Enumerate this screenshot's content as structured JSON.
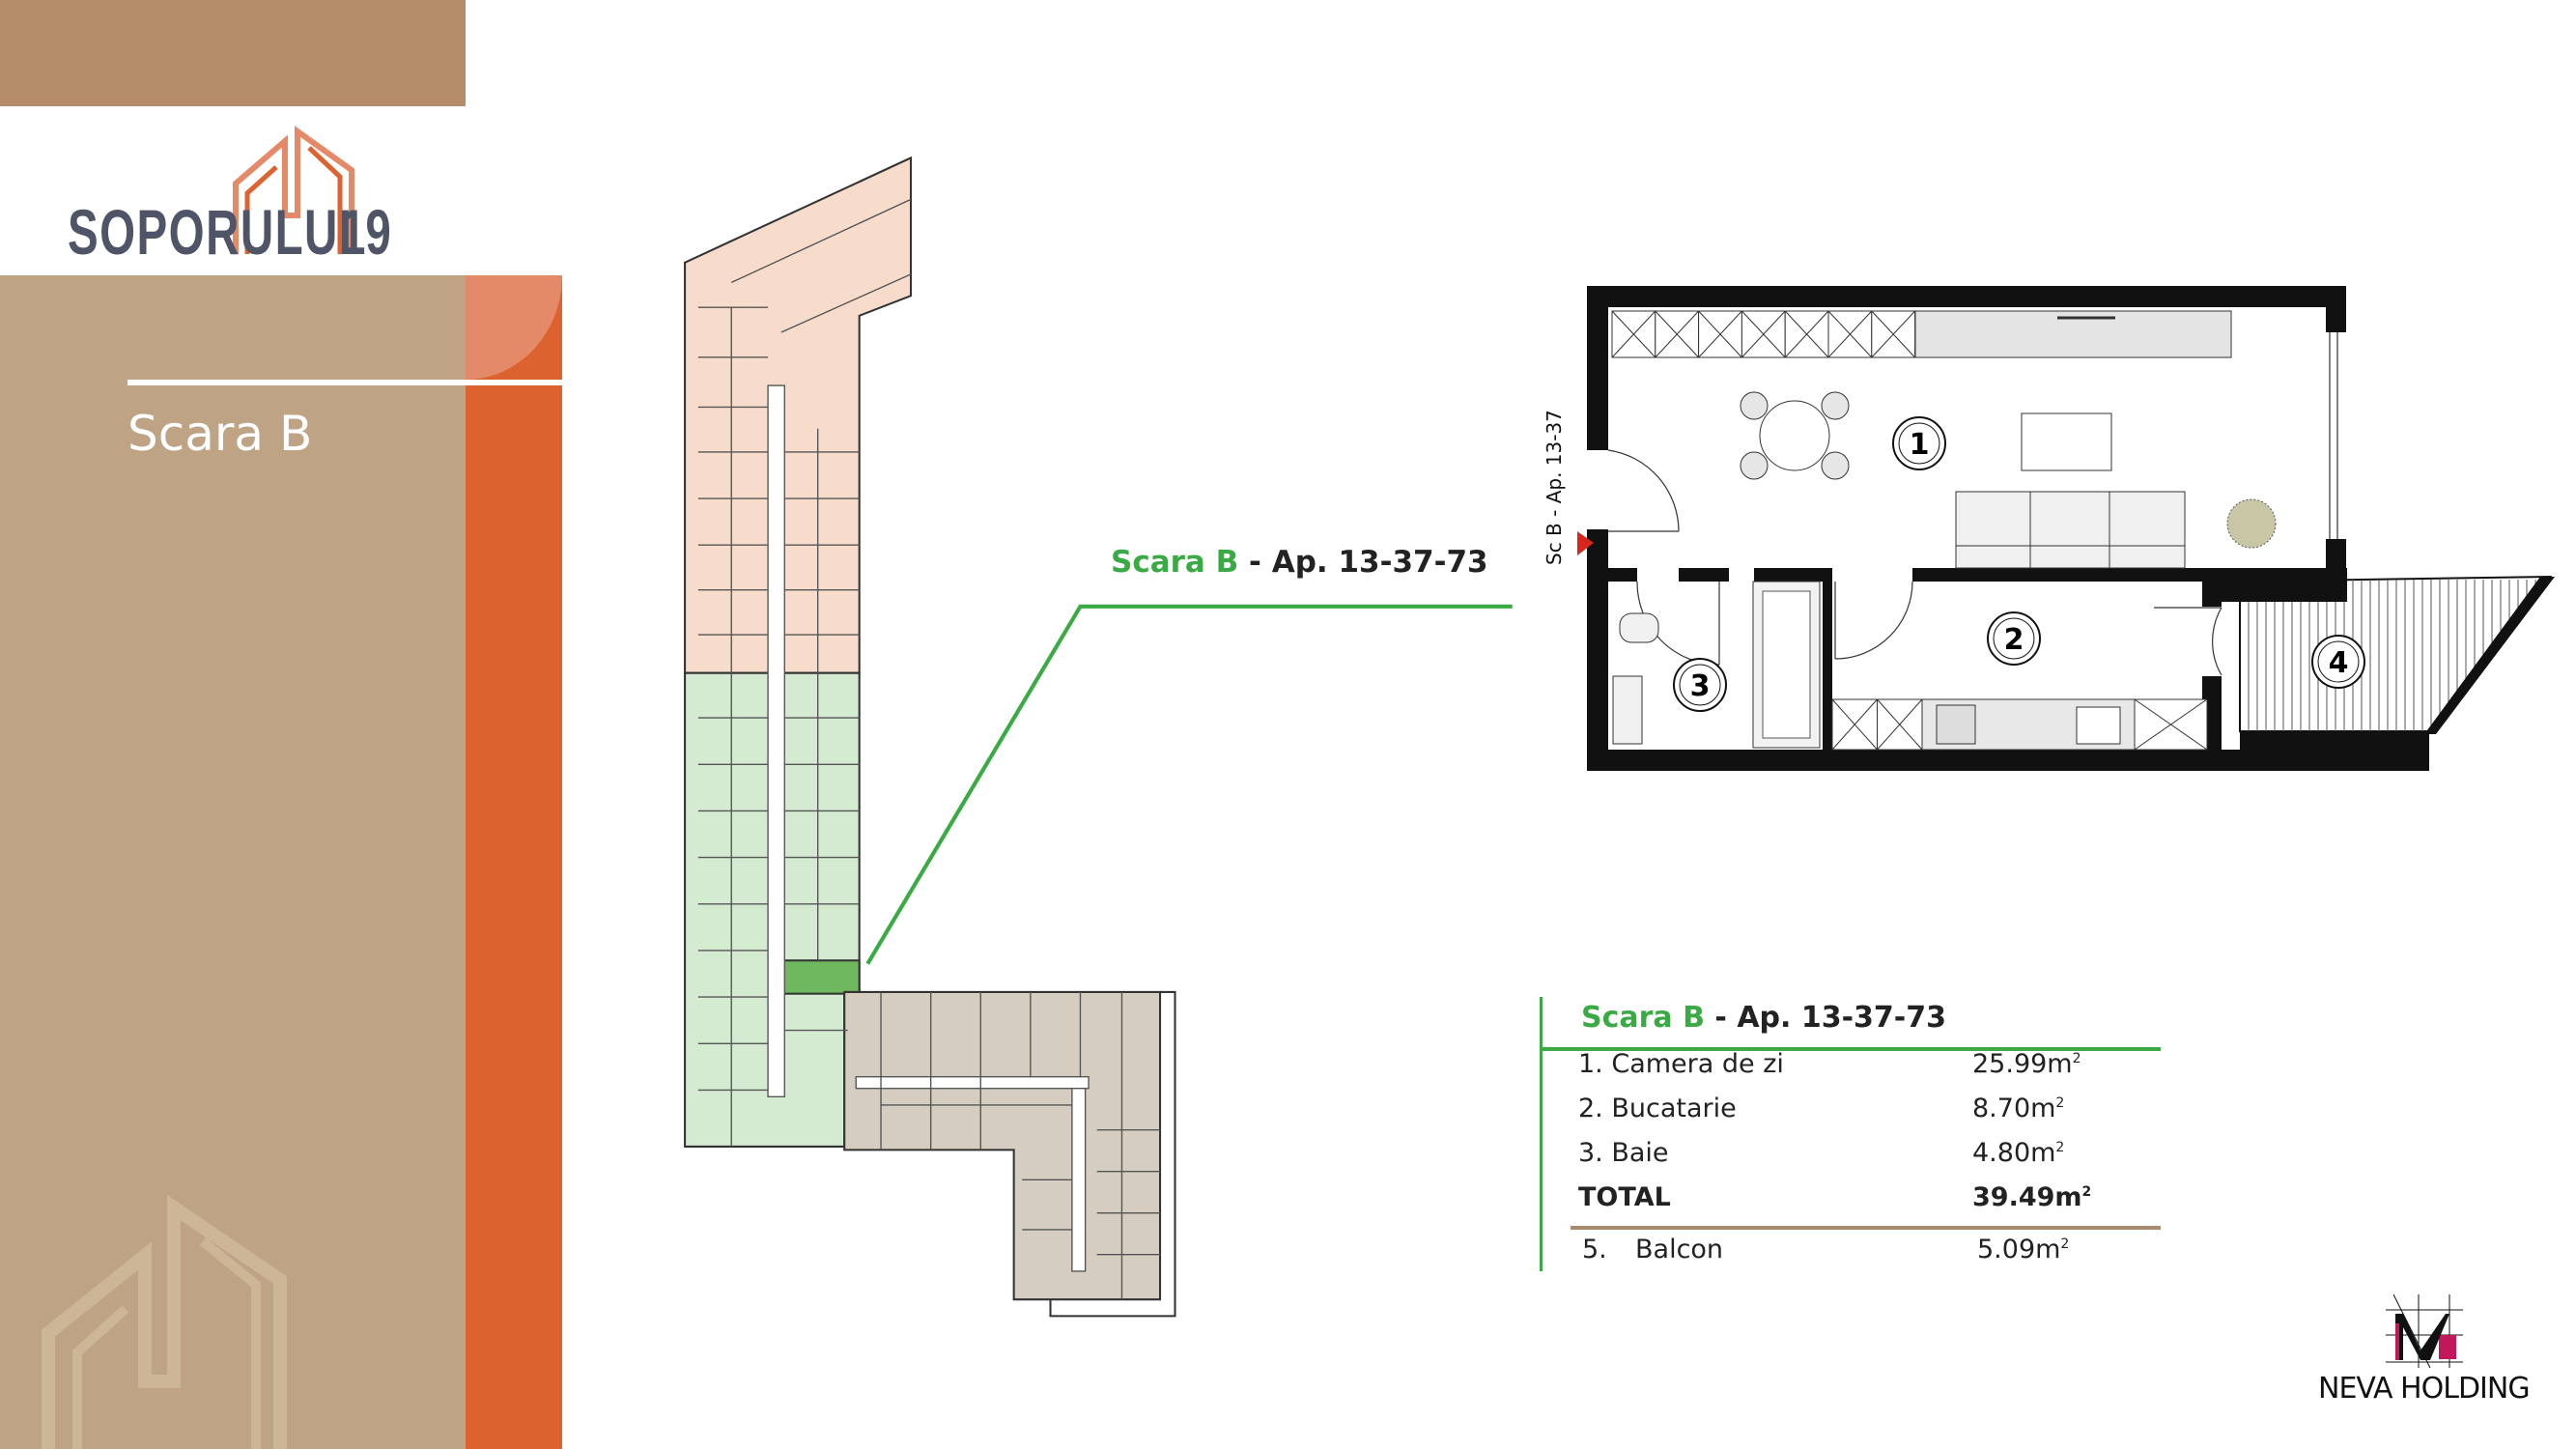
{
  "brand": {
    "logo_text": "SOPORULUI",
    "logo_number": "19",
    "section_title": "Scara B"
  },
  "colors": {
    "brand_brown": "#b58d6b",
    "panel_tan": "#bfa385",
    "accent_orange": "#dc6230",
    "green": "#3aaa44",
    "logo_gray": "#4f5467"
  },
  "leader": {
    "stair": "Scara B",
    "apartment": " - Ap. 13-37-73"
  },
  "floorplan": {
    "entry_label": "Sc B - Ap. 13-37",
    "rooms": [
      "1",
      "2",
      "3",
      "4"
    ]
  },
  "table": {
    "title_stair": "Scara B",
    "title_apartment": " - Ap. 13-37-73",
    "rows": [
      {
        "label": "1. Camera de zi",
        "value": "25.99m",
        "unit_sup": "2"
      },
      {
        "label": "2. Bucatarie",
        "value": "8.70m",
        "unit_sup": "2"
      },
      {
        "label": "3. Baie",
        "value": "4.80m",
        "unit_sup": "2"
      }
    ],
    "total": {
      "label": "TOTAL",
      "value": "39.49m",
      "unit_sup": "2"
    },
    "balcony": {
      "num": "5.",
      "label": "Balcon",
      "value": "5.09m",
      "unit_sup": "2"
    }
  },
  "footer": {
    "company": "NEVA HOLDING"
  }
}
